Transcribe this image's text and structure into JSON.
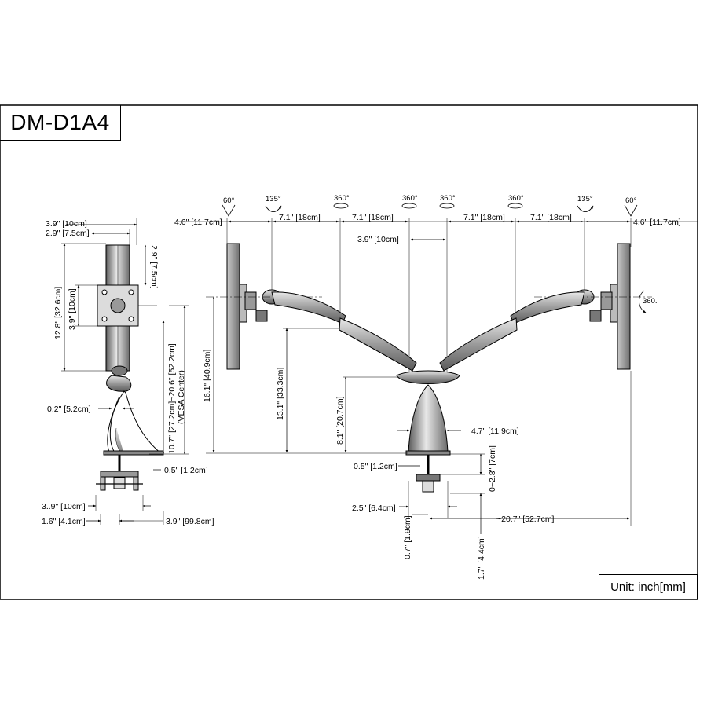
{
  "title": "DM-D1A4",
  "unit_label": "Unit: inch[mm]",
  "side_view": {
    "dims": {
      "top_width": "3.9\" [10cm]",
      "vesa_width": "2.9\" [7.5cm]",
      "vesa_height_right": "2.9\" [7.5cm]",
      "pole_height": "12.8\" [32.6cm]",
      "vesa_height_left": "3.9\" [10cm]",
      "vesa_center_range": "10.7\" [27.2cm]~20.6\" [52.2cm]",
      "vesa_center_label": "(VESA Center)",
      "offset": "0.2\" [5.2cm]",
      "base_thickness": "0.5\" [1.2cm]",
      "clamp_width": "3..9\" [10cm]",
      "clamp_left": "1.6\" [4.1cm]",
      "clamp_right": "3.9\" [99.8cm]"
    }
  },
  "front_view": {
    "rotations": {
      "tilt_left": "60°",
      "swivel_left": "135°",
      "rot1": "360°",
      "rot2": "360°",
      "rot3": "360°",
      "rot4": "360°",
      "swivel_right": "135°",
      "tilt_right": "60°",
      "screen_rotation": "360."
    },
    "dims": {
      "left_offset": "4.6\" [11.7cm]",
      "arm1_left": "7.1\" [18cm]",
      "arm2_left": "7.1\" [18cm]",
      "arm2_right": "7.1\" [18cm]",
      "arm1_right": "7.1\" [18cm]",
      "right_offset": "4.6\" [11.7cm]",
      "center_gap": "3.9\" [10cm]",
      "total_height": "16.1\" [40.9cm]",
      "arm_height": "13.1\" [33.3cm]",
      "post_height": "8.1\" [20.7cm]",
      "base_width": "4.7\" [11.9cm]",
      "base_thickness": "0.5\" [1.2cm]",
      "clamp_range": "0~2.8\" [7cm]",
      "clamp_width": "2.5\" [6.4cm]",
      "clamp_plate": "0.7\" [1.9cm]",
      "clamp_bottom": "1.7\" [4.4cm]",
      "max_reach": "~20.7\" [52.7cm]"
    }
  }
}
